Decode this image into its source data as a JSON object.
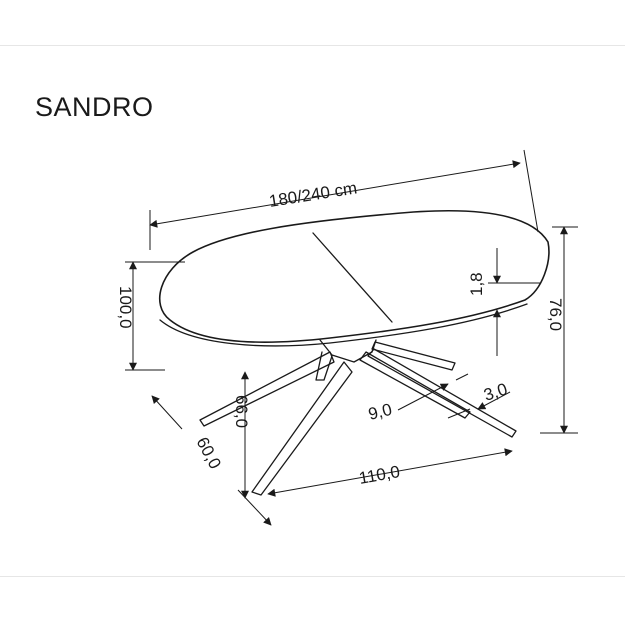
{
  "title": "SANDRO",
  "colors": {
    "line": "#1a1a1a",
    "background": "#ffffff"
  },
  "dimensions": {
    "length": "180/240 cm",
    "width": "100,0",
    "height": "76,0",
    "top_thickness": "1,8",
    "leg_height": "66,0",
    "base_width": "60,0",
    "base_length": "110,0",
    "leg_width": "9,0",
    "leg_thickness": "3,0"
  }
}
